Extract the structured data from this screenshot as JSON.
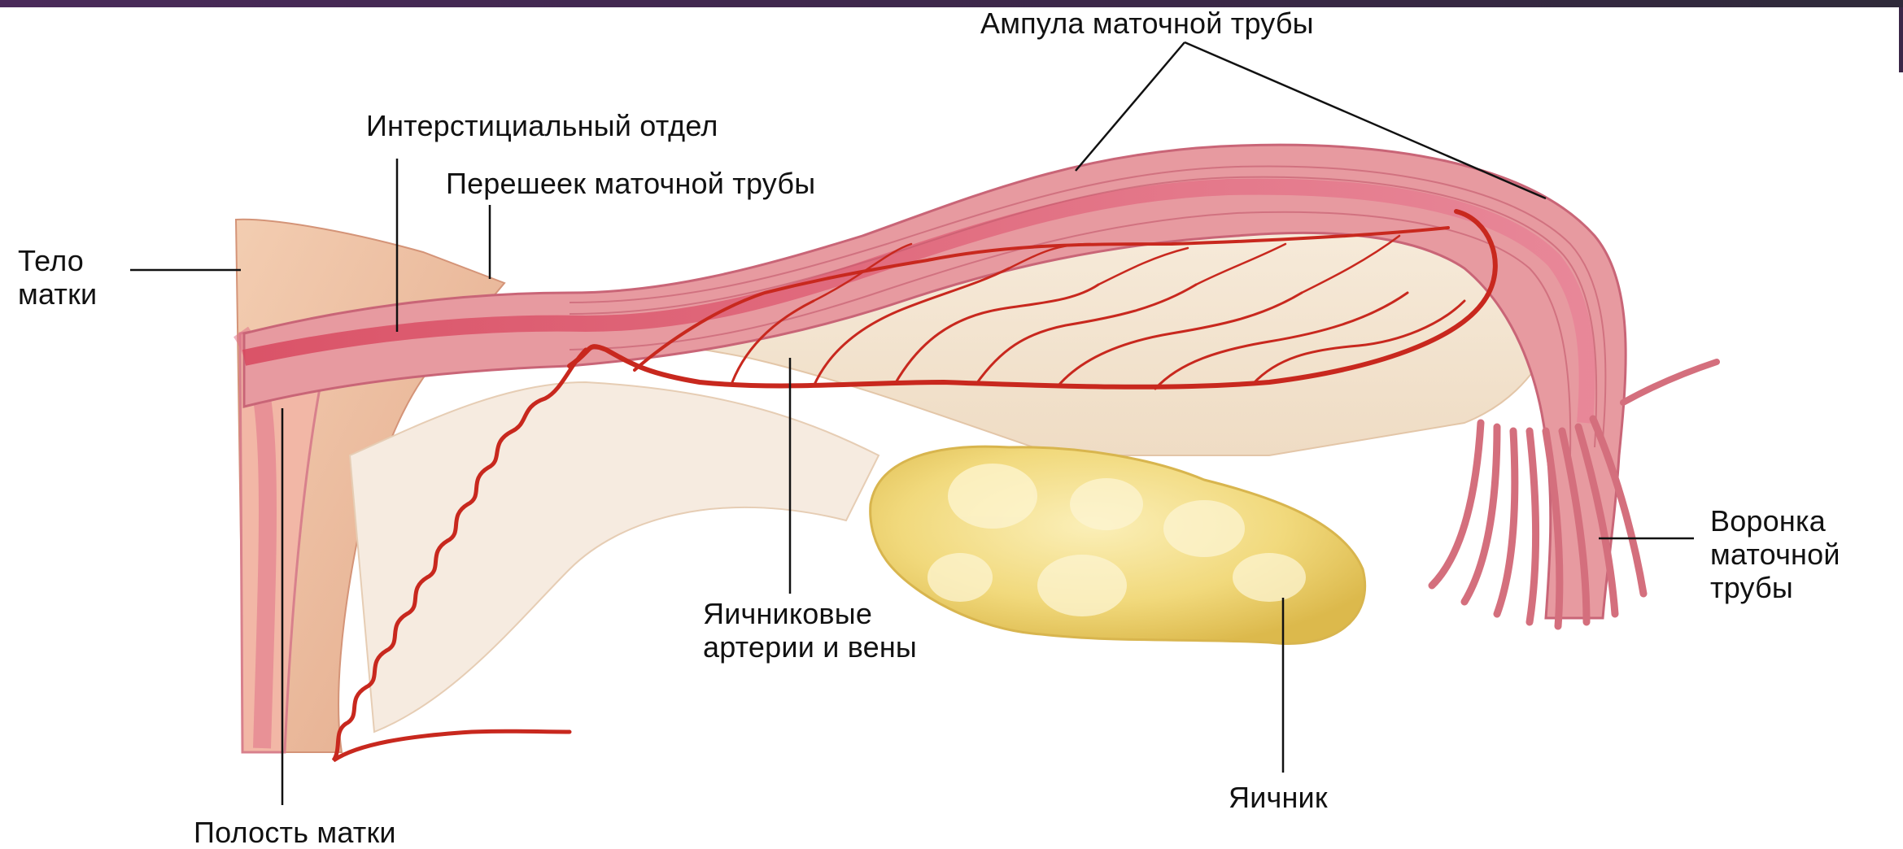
{
  "labels": {
    "ampulla": "Ампула маточной трубы",
    "interstitial": "Интерстициальный отдел",
    "isthmus": "Перешеек маточной трубы",
    "uterus_body": "Тело\nматки",
    "infundibulum": "Воронка\nматочной\nтрубы",
    "ovarian_vessels": "Яичниковые\nартерии и вены",
    "ovary": "Яичник",
    "uterine_cavity": "Полость матки"
  },
  "colors": {
    "tube_wall": "#e8a0a0",
    "tube_lumen": "#d9566b",
    "mesosalpinx": "#f4e6d4",
    "vessels": "#c8281e",
    "ovary": "#f0d77a",
    "uterus": "#eab896",
    "leader_lines": "#111111",
    "header_bar": "#3b2748"
  }
}
